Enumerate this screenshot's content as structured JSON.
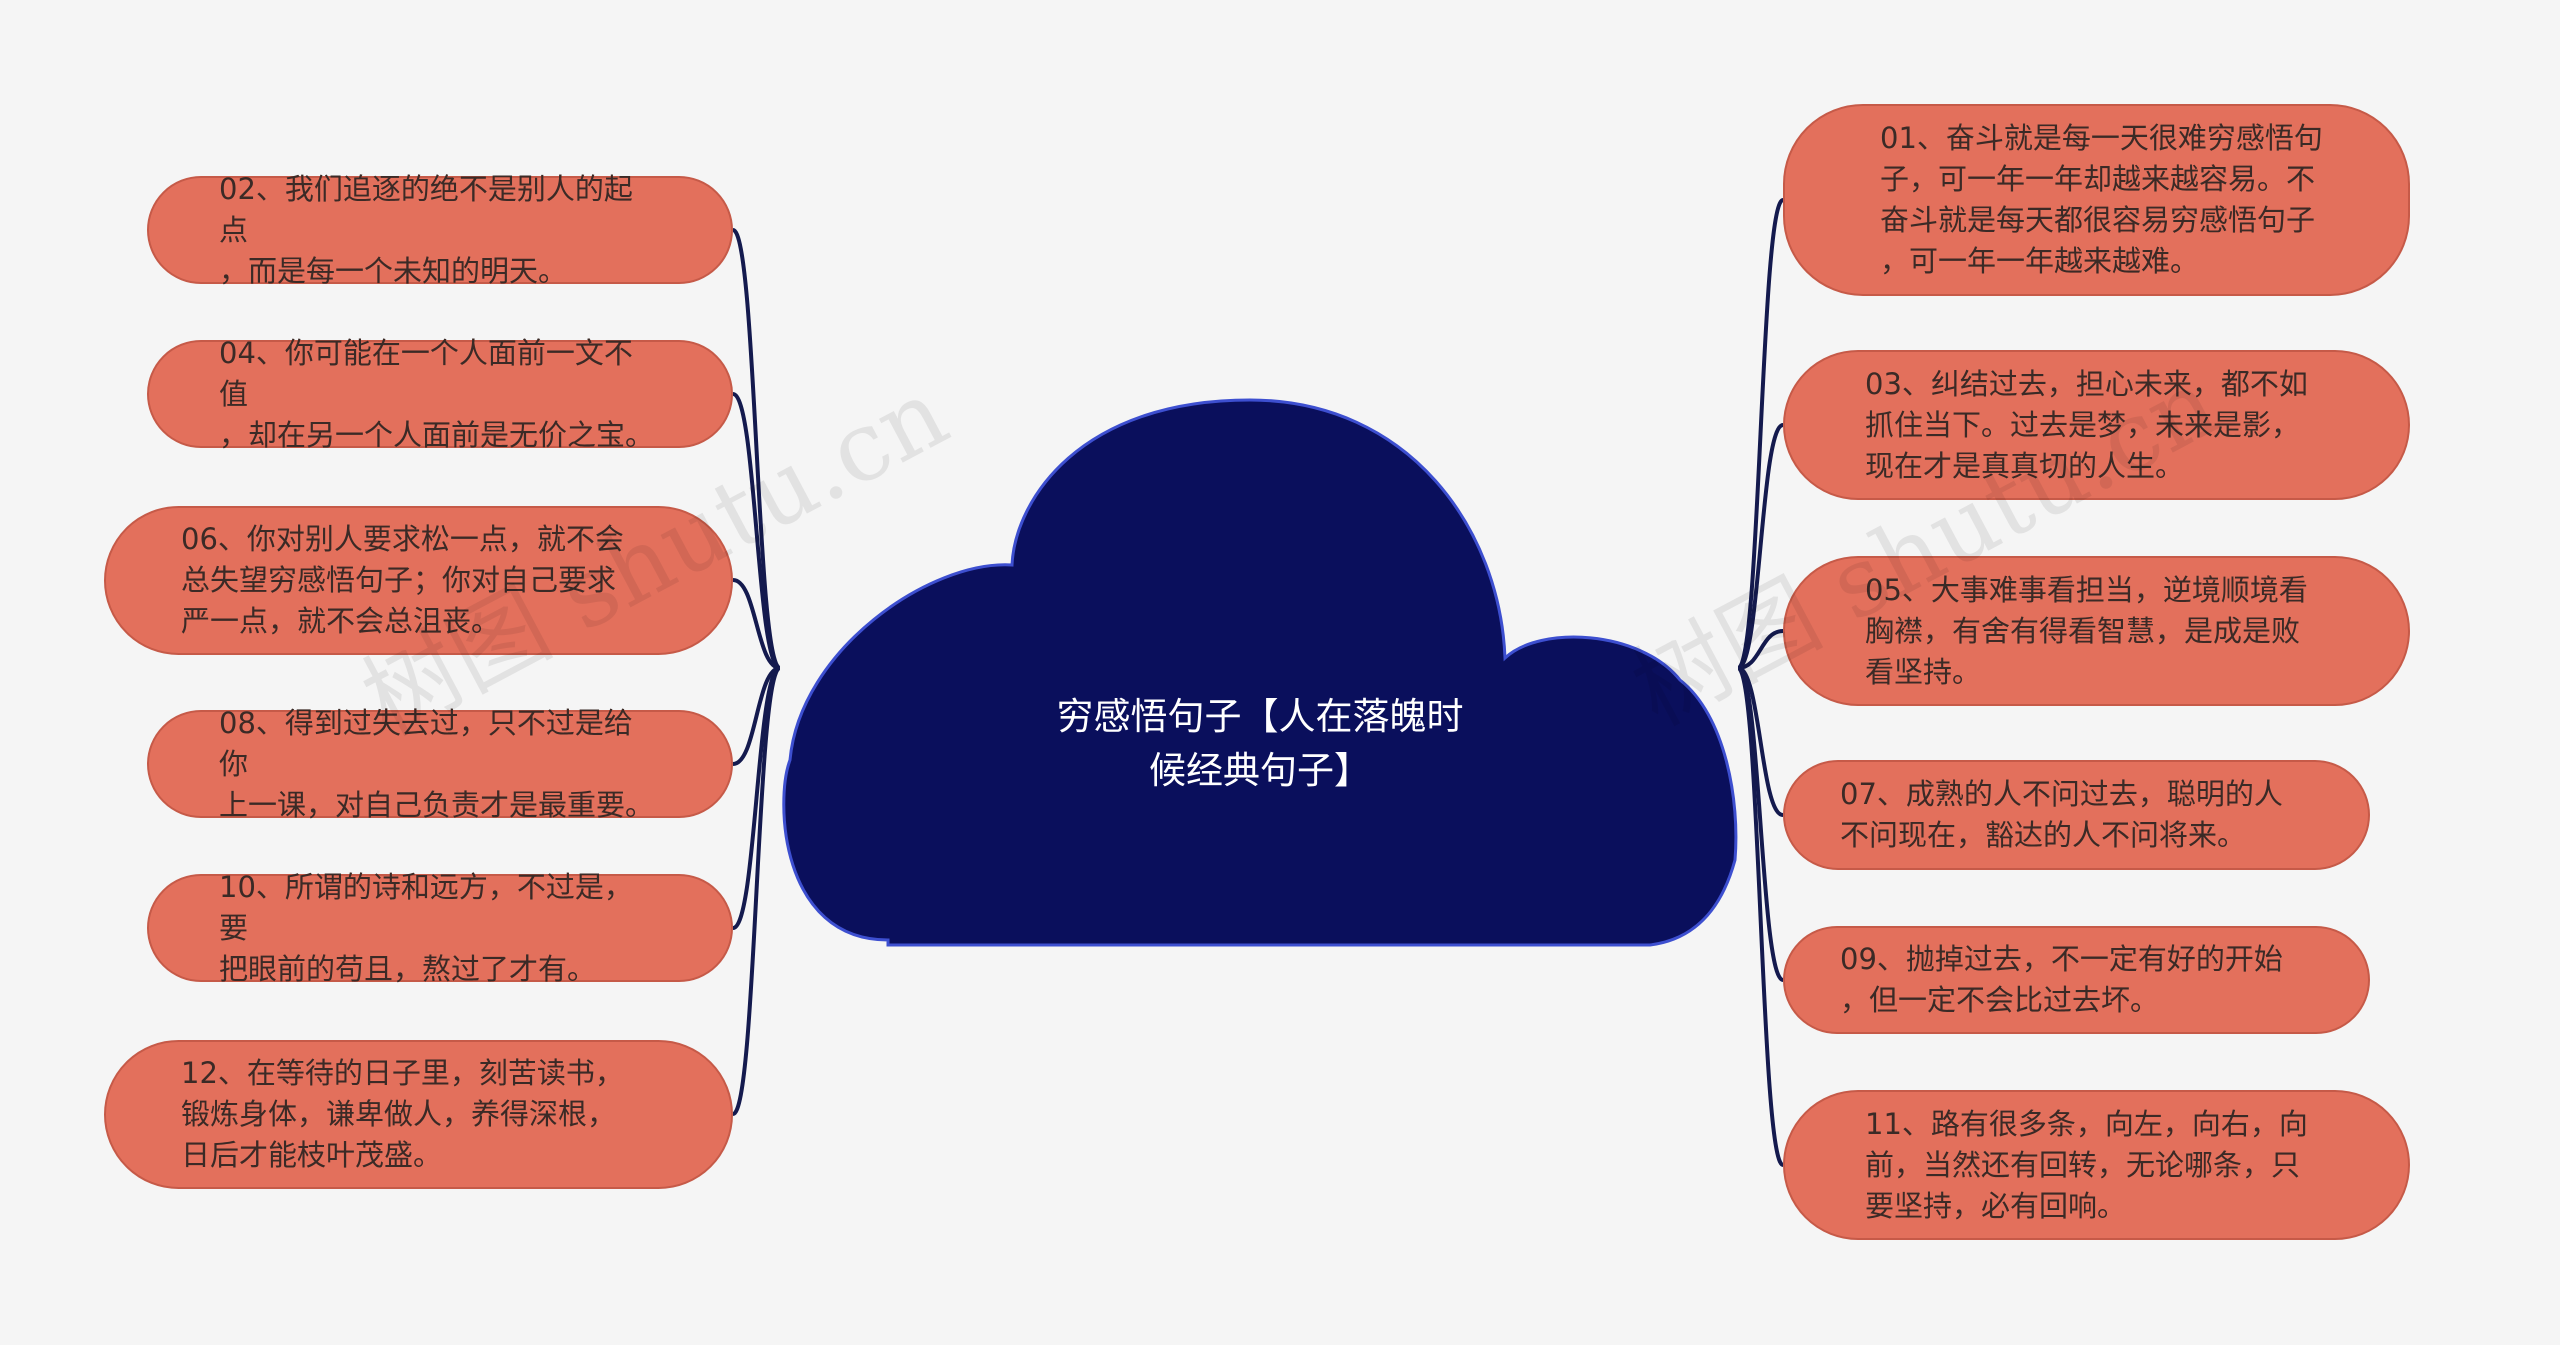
{
  "center": {
    "title": "穷感悟句子【人在落魄时\n候经典句子】"
  },
  "left_nodes": [
    {
      "text": "02、我们追逐的绝不是别人的起点\n，而是每一个未知的明天。"
    },
    {
      "text": "04、你可能在一个人面前一文不值\n，却在另一个人面前是无价之宝。"
    },
    {
      "text": "06、你对别人要求松一点，就不会\n总失望穷感悟句子；你对自己要求\n严一点，就不会总沮丧。"
    },
    {
      "text": "08、得到过失去过，只不过是给你\n上一课，对自己负责才是最重要。"
    },
    {
      "text": "10、所谓的诗和远方，不过是，要\n把眼前的苟且，熬过了才有。"
    },
    {
      "text": "12、在等待的日子里，刻苦读书，\n锻炼身体，谦卑做人，养得深根，\n日后才能枝叶茂盛。"
    }
  ],
  "right_nodes": [
    {
      "text": "01、奋斗就是每一天很难穷感悟句\n子，可一年一年却越来越容易。不\n奋斗就是每天都很容易穷感悟句子\n，可一年一年越来越难。"
    },
    {
      "text": "03、纠结过去，担心未来，都不如\n抓住当下。过去是梦，未来是影，\n现在才是真真切的人生。"
    },
    {
      "text": "05、大事难事看担当，逆境顺境看\n胸襟，有舍有得看智慧，是成是败\n看坚持。"
    },
    {
      "text": "07、成熟的人不问过去，聪明的人\n不问现在，豁达的人不问将来。"
    },
    {
      "text": "09、抛掉过去，不一定有好的开始\n，但一定不会比过去坏。"
    },
    {
      "text": "11、路有很多条，向左，向右，向\n前，当然还有回转，无论哪条，只\n要坚持，必有回响。"
    }
  ],
  "watermarks": [
    "树图 shutu.cn",
    "树图 shutu.cn"
  ],
  "colors": {
    "background": "#f5f5f5",
    "cloud_fill": "#0a0f5c",
    "cloud_stroke": "#3d4fd0",
    "node_fill": "#e3705c",
    "node_stroke": "#c65a48",
    "connector": "#141a4e"
  }
}
